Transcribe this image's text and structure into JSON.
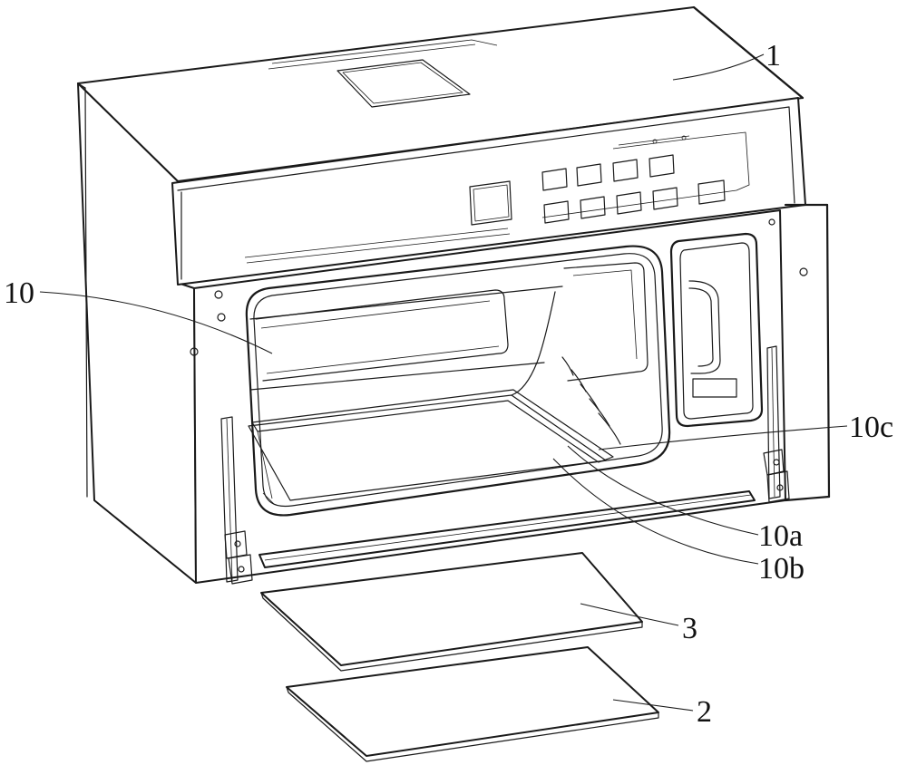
{
  "labels": {
    "l1": "1",
    "l10": "10",
    "l10c": "10c",
    "l10a": "10a",
    "l10b": "10b",
    "l3": "3",
    "l2": "2"
  },
  "colors": {
    "line": "#1a1a1a",
    "background": "#ffffff"
  }
}
